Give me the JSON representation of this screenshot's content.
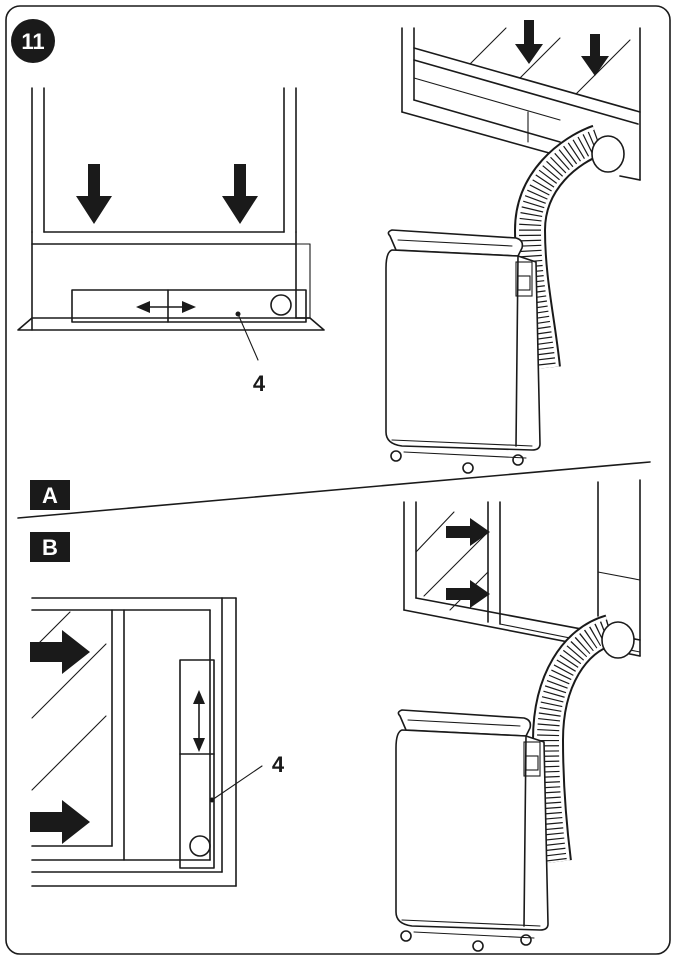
{
  "figure": {
    "step_number": "11",
    "sections": [
      {
        "letter": "A"
      },
      {
        "letter": "B"
      }
    ],
    "callouts": [
      {
        "label": "4"
      },
      {
        "label": "4"
      }
    ]
  }
}
